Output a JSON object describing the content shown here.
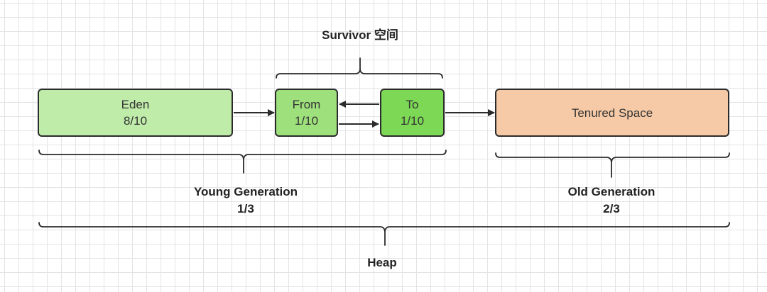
{
  "diagram": {
    "survivor": {
      "title": "Survivor 空间"
    },
    "eden": {
      "name": "Eden",
      "ratio": "8/10"
    },
    "from": {
      "name": "From",
      "ratio": "1/10"
    },
    "to": {
      "name": "To",
      "ratio": "1/10"
    },
    "tenured": {
      "name": "Tenured Space"
    },
    "young_generation": {
      "title": "Young Generation",
      "ratio": "1/3"
    },
    "old_generation": {
      "title": "Old Generation",
      "ratio": "2/3"
    },
    "heap": {
      "title": "Heap"
    }
  },
  "colors": {
    "eden": "#c0ecaa",
    "from": "#9ee07c",
    "to": "#7dd856",
    "tenured": "#f6caa6",
    "stroke": "#2b2b2b"
  }
}
